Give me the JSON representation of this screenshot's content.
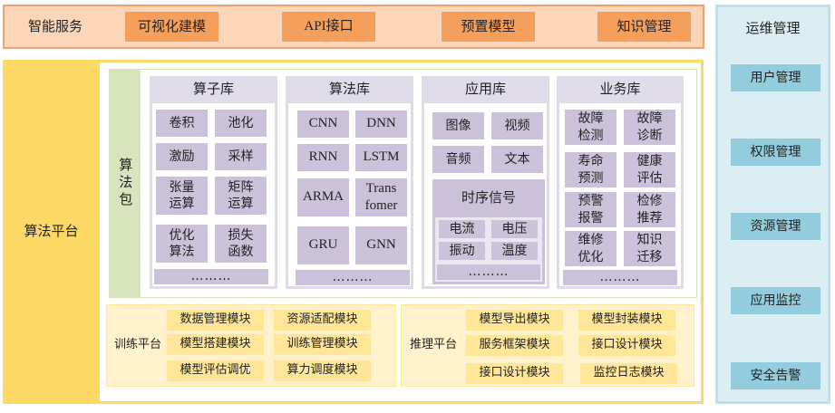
{
  "top": {
    "label": "智能服务",
    "buttons": [
      "可视化建模",
      "API接口",
      "预置模型",
      "知识管理"
    ]
  },
  "ops": {
    "title": "运维管理",
    "buttons": [
      "用户管理",
      "权限管理",
      "资源管理",
      "应用监控",
      "安全告警"
    ]
  },
  "platform": "算法平台",
  "package": "算法包",
  "dots": "………",
  "operators": {
    "title": "算子库",
    "items": [
      "卷积",
      "池化",
      "激励",
      "采样",
      "张量\n运算",
      "矩阵\n运算",
      "优化\n算法",
      "损失\n函数"
    ]
  },
  "algorithms": {
    "title": "算法库",
    "items": [
      "CNN",
      "DNN",
      "RNN",
      "LSTM",
      "ARMA",
      "Trans\nfomer",
      "GRU",
      "GNN"
    ]
  },
  "applications": {
    "title": "应用库",
    "items": [
      "图像",
      "视频",
      "音频",
      "文本"
    ],
    "timeseries": {
      "title": "时序信号",
      "items": [
        "电流",
        "电压",
        "振动",
        "温度"
      ]
    }
  },
  "business": {
    "title": "业务库",
    "items": [
      "故障\n检测",
      "故障\n诊断",
      "寿命\n预测",
      "健康\n评估",
      "预警\n报警",
      "检修\n推荐",
      "维修\n优化",
      "知识\n迁移"
    ]
  },
  "training": {
    "label": "训练平台",
    "modules": [
      "数据管理模块",
      "资源适配模块",
      "模型搭建模块",
      "训练管理模块",
      "模型评估调优",
      "算力调度模块"
    ]
  },
  "inference": {
    "label": "推理平台",
    "modules": [
      "模型导出模块",
      "模型封装模块",
      "服务框架模块",
      "接口设计模块",
      "接口设计模块",
      "监控日志模块"
    ]
  }
}
